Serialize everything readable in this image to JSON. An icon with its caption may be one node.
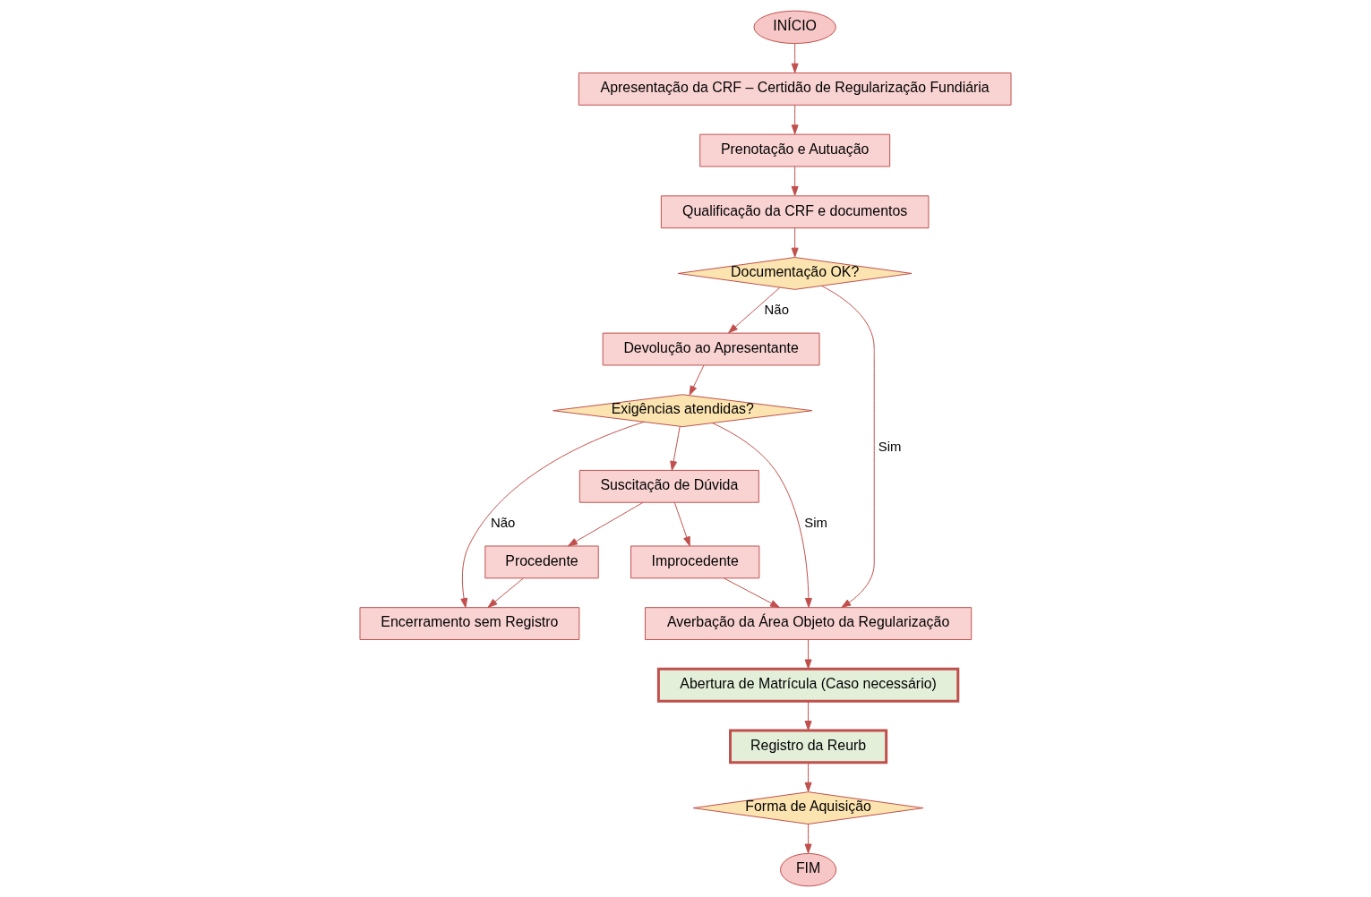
{
  "diagram": {
    "nodes": [
      {
        "text": [
          "INÍCIO"
        ]
      },
      {
        "text": [
          "Apresentação da CRF – Certidão de Regularização Fundiária"
        ]
      },
      {
        "text": [
          "Prenotação e Autuação"
        ]
      },
      {
        "text": [
          "Qualificação da CRF e documentos"
        ]
      },
      {
        "text": [
          "Documentação OK?"
        ]
      },
      {
        "text": [
          "Devolução ao Apresentante"
        ]
      },
      {
        "text": [
          "Exigências atendidas?"
        ]
      },
      {
        "text": [
          "Encerramento sem Registro"
        ]
      },
      {
        "text": [
          "Suscitação de Dúvida"
        ]
      },
      {
        "text": [
          "Procedente"
        ]
      },
      {
        "text": [
          "Improcedente"
        ]
      },
      {
        "text": [
          "Averbação da Área Objeto da Regularização"
        ]
      },
      {
        "text": [
          "Abertura de Matrícula (Caso necessário)"
        ]
      },
      {
        "text": [
          "Registro da Reurb"
        ]
      },
      {
        "text": [
          "Forma de Aquisição"
        ]
      },
      {
        "text": [
          "FIM"
        ]
      }
    ],
    "edges": [
      {
        "from": 0,
        "to": 1,
        "arrow": "to"
      },
      {
        "from": 1,
        "to": 2,
        "arrow": "to"
      },
      {
        "from": 2,
        "to": 3,
        "arrow": "to"
      },
      {
        "from": 3,
        "to": 4,
        "arrow": "to"
      },
      {
        "from": 4,
        "to": 5,
        "arrow": "to",
        "label": "Não"
      },
      {
        "from": 4,
        "to": 11,
        "arrow": "to",
        "label": "Sim"
      },
      {
        "from": 5,
        "to": 6,
        "arrow": "to"
      },
      {
        "from": 6,
        "to": 11,
        "arrow": "to",
        "label": "Sim"
      },
      {
        "from": 6,
        "to": 7,
        "arrow": "to",
        "label": "Não"
      },
      {
        "from": 6,
        "to": 8,
        "arrow": "to"
      },
      {
        "from": 8,
        "to": 9,
        "arrow": "to"
      },
      {
        "from": 8,
        "to": 10,
        "arrow": "to"
      },
      {
        "from": 9,
        "to": 7,
        "arrow": "to"
      },
      {
        "from": 10,
        "to": 11,
        "arrow": "to"
      },
      {
        "from": 11,
        "to": 12,
        "arrow": "to"
      },
      {
        "from": 12,
        "to": 13,
        "arrow": "to"
      },
      {
        "from": 13,
        "to": 14,
        "arrow": "to"
      },
      {
        "from": 14,
        "to": 15,
        "arrow": "to"
      }
    ]
  }
}
